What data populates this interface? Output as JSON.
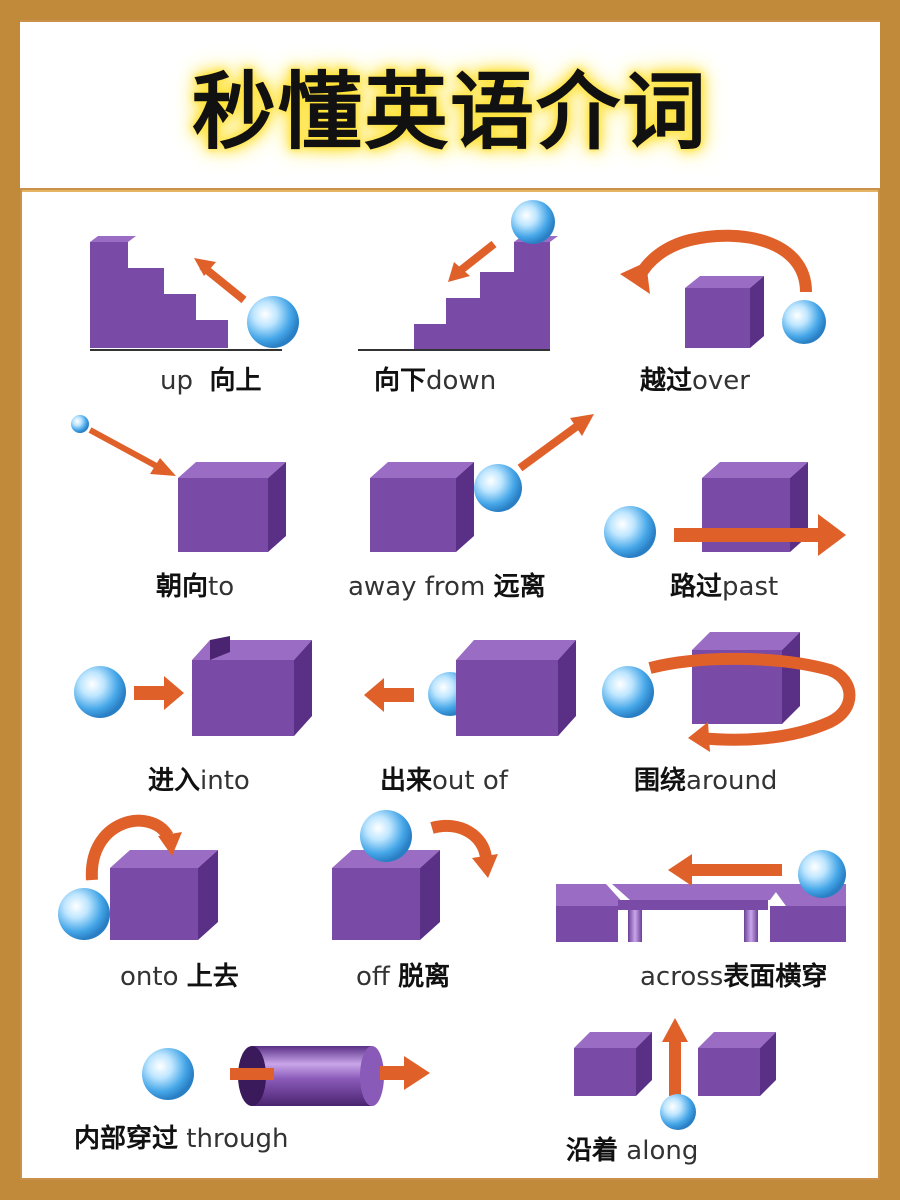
{
  "title": "秒懂英语介词",
  "items": [
    {
      "en": "up",
      "zh": "向上"
    },
    {
      "zh": "向下",
      "en": "down"
    },
    {
      "zh": "越过",
      "en": "over"
    },
    {
      "zh": "朝向",
      "en": "to"
    },
    {
      "en": "away from",
      "zh": "远离"
    },
    {
      "zh": "路过",
      "en": "past"
    },
    {
      "zh": "进入",
      "en": "into"
    },
    {
      "zh": "出来",
      "en": "out of"
    },
    {
      "zh": "围绕",
      "en": "around"
    },
    {
      "en": "onto",
      "zh": "上去"
    },
    {
      "en": "off",
      "zh": "脱离"
    },
    {
      "en": "across",
      "zh": "表面横穿"
    },
    {
      "zh": "内部穿过",
      "en": "through"
    },
    {
      "zh": "沿着",
      "en": "along"
    }
  ],
  "colors": {
    "border": "#c9914a",
    "cube_front": "#7a4ba6",
    "cube_top": "#9a6cc4",
    "cube_side": "#5a2f86",
    "ball": "#5ab6ee",
    "arrow": "#e0602a",
    "title_glow": "#ffe23a"
  }
}
